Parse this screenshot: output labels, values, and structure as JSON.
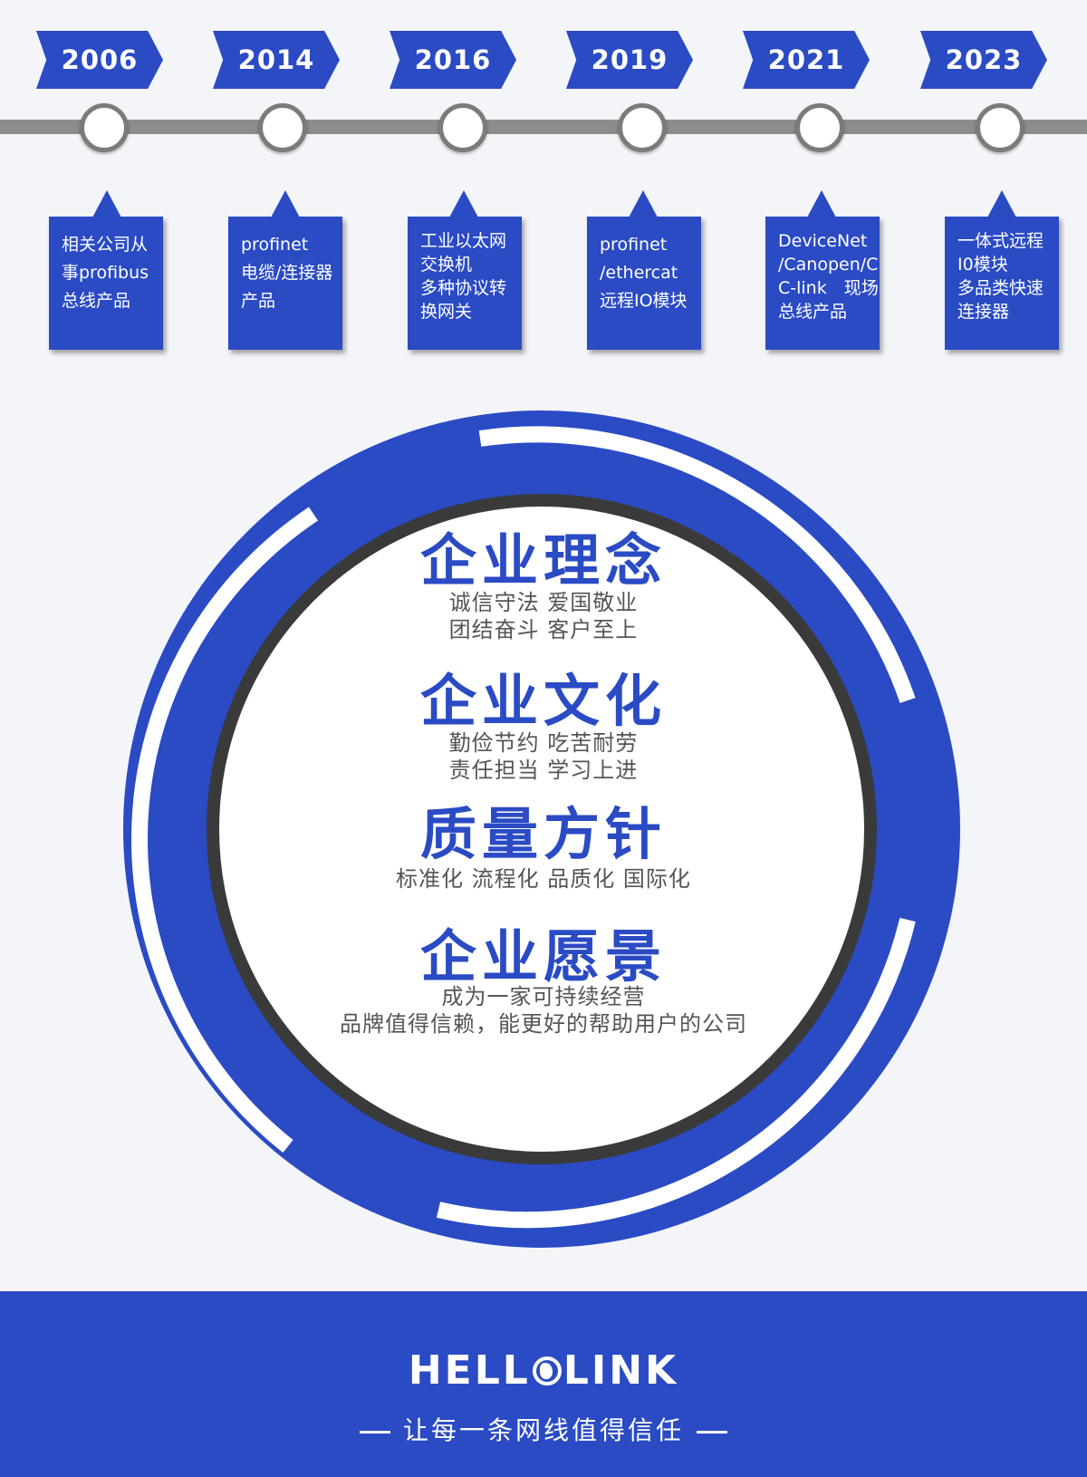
{
  "timeline": {
    "milestones": [
      {
        "year": "2006",
        "lines": [
          "相关公司从",
          "事profibus",
          "总线产品"
        ]
      },
      {
        "year": "2014",
        "lines": [
          "profinet",
          "电缆/连接器",
          "产品"
        ]
      },
      {
        "year": "2016",
        "lines": [
          "工业以太网",
          "交换机",
          "多种协议转",
          "换网关"
        ]
      },
      {
        "year": "2019",
        "lines": [
          "profinet",
          "/ethercat",
          "远程IO模块"
        ]
      },
      {
        "year": "2021",
        "lines": [
          "DeviceNet",
          "/Canopen/C",
          "C-link　现场",
          "总线产品"
        ]
      },
      {
        "year": "2023",
        "lines": [
          "一体式远程",
          "I0模块",
          "多品类快速",
          "连接器"
        ]
      }
    ]
  },
  "values": {
    "philosophy_title": "企业理念",
    "philosophy_line1": "诚信守法  爱国敬业",
    "philosophy_line2": "团结奋斗  客户至上",
    "culture_title": "企业文化",
    "culture_line1": "勤俭节约  吃苦耐劳",
    "culture_line2": "责任担当  学习上进",
    "quality_title": "质量方针",
    "quality_line1": "标准化 流程化 品质化 国际化",
    "vision_title": "企业愿景",
    "vision_line1": "成为一家可持续经营",
    "vision_line2": "品牌值得信赖，能更好的帮助用户的公司"
  },
  "footer": {
    "brand_left": "HELL",
    "brand_right": "LINK",
    "slogan": "让每一条网线值得信任"
  },
  "colors": {
    "brand_blue": "#2a4bc4",
    "track_gray": "#8d8d8d",
    "ring_dark": "#3a3a3a",
    "background": "#f4f5f9"
  },
  "icons": [
    "globe-icon",
    "dash-icon"
  ]
}
